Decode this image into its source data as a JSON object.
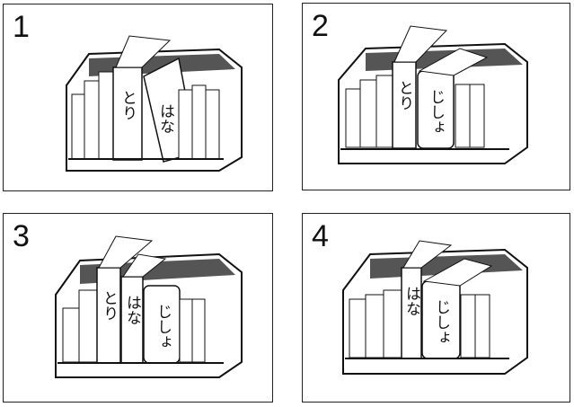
{
  "panels": [
    {
      "number": "1",
      "books": [
        "とり",
        "はな"
      ]
    },
    {
      "number": "2",
      "books": [
        "とり",
        "じしょ"
      ]
    },
    {
      "number": "3",
      "books": [
        "とり",
        "はな",
        "じしょ"
      ]
    },
    {
      "number": "4",
      "books": [
        "はな",
        "じしょ"
      ]
    }
  ]
}
